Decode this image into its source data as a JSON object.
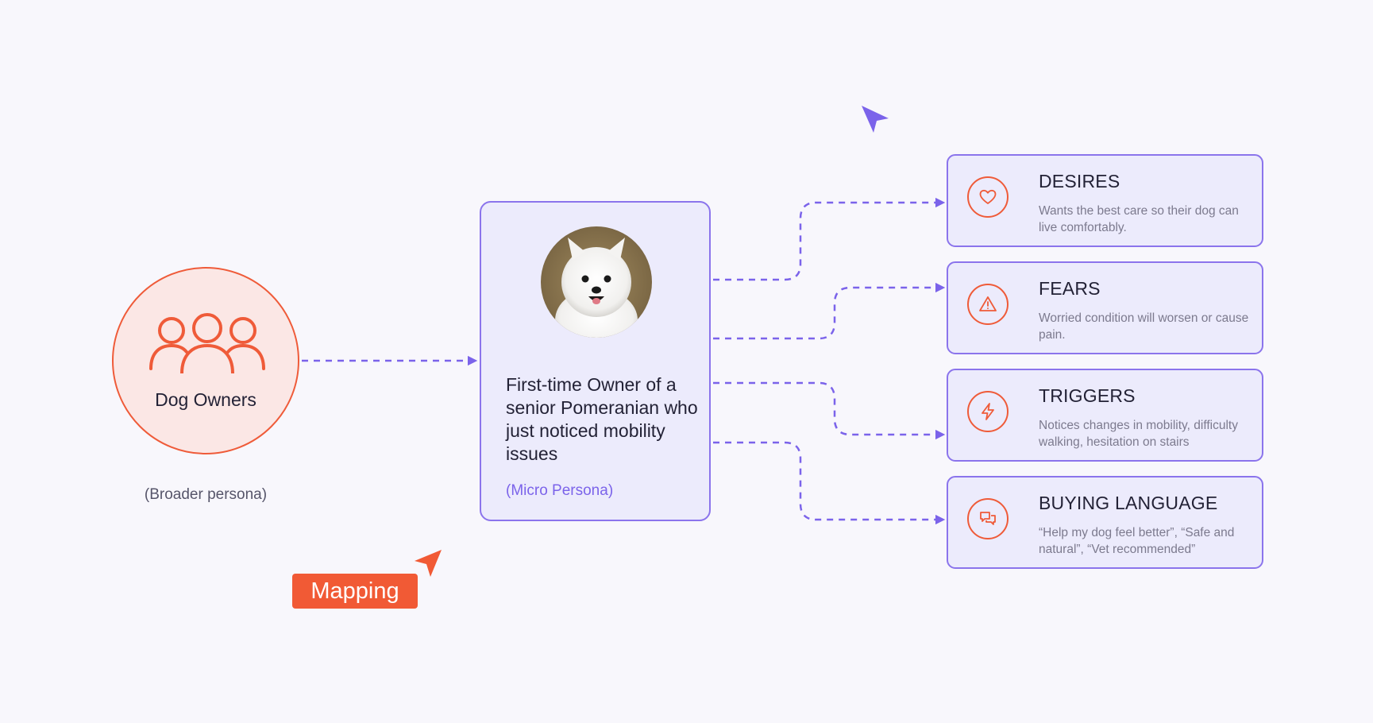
{
  "broad_persona": {
    "title": "Dog Owners",
    "caption": "(Broader persona)",
    "icon": "people-group-icon"
  },
  "micro_persona": {
    "description": "First-time Owner of a senior Pomeranian who just noticed mobility issues",
    "label": "(Micro Persona)",
    "image": "white-pomeranian-photo"
  },
  "attributes": [
    {
      "title": "DESIRES",
      "text": "Wants the best care so their dog can live comfortably.",
      "icon": "heart-icon"
    },
    {
      "title": "FEARS",
      "text": "Worried condition will worsen or cause pain.",
      "icon": "warning-icon"
    },
    {
      "title": "TRIGGERS",
      "text": "Notices changes in mobility, difficulty walking, hesitation on stairs",
      "icon": "lightning-icon"
    },
    {
      "title": "BUYING LANGUAGE",
      "text": "“Help my dog feel better”, “Safe and natural”, “Vet recommended”",
      "icon": "chat-bubbles-icon"
    }
  ],
  "tag": {
    "label": "Mapping"
  },
  "colors": {
    "accent_orange": "#ef5b39",
    "accent_purple": "#7b63ea",
    "card_fill": "#ecebfc",
    "circle_fill": "#fbe7e5",
    "background": "#f8f7fc"
  }
}
